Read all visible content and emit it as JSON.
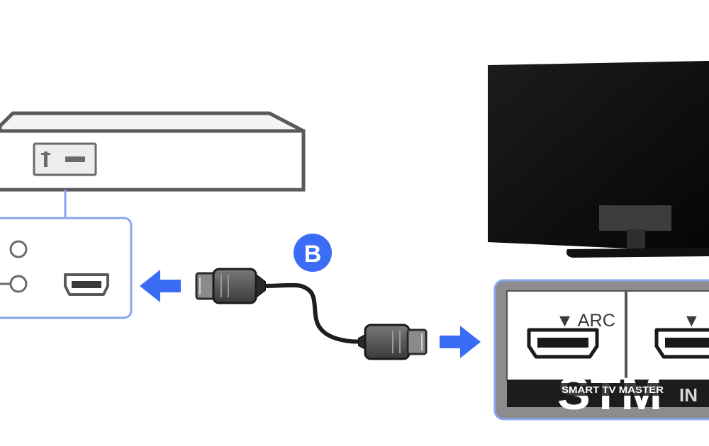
{
  "step_badge": {
    "letter": "B",
    "color": "#3b6cf5"
  },
  "tv_panel": {
    "port_1_label": "▼ ARC",
    "port_2_label": "▼",
    "strip_label": "IN"
  },
  "watermark": {
    "letters": "STM",
    "tagline": "SMART TV MASTER"
  },
  "colors": {
    "accent_blue": "#3b6cf5",
    "panel_border": "#8aa4f0",
    "device_outline": "#5a5a5a",
    "cable": "#1e1e1e",
    "tv_body": "#0c0c0c"
  },
  "icons": {
    "arrow_to_device": "arrow-left-icon",
    "arrow_to_tv": "arrow-right-icon"
  }
}
